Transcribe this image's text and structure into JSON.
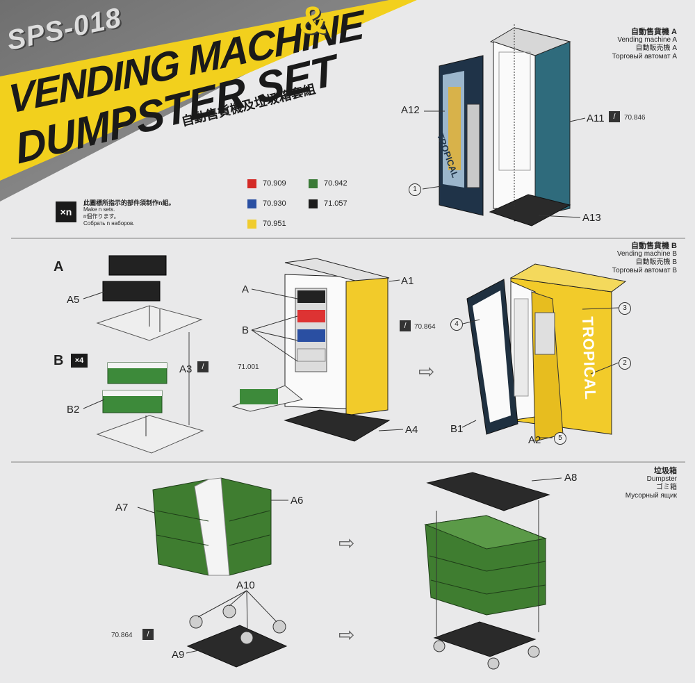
{
  "title": {
    "code": "SPS-018",
    "line1": "VENDING MACHINE",
    "amp": "&",
    "line2": "DUMPSTER SET",
    "chinese": "自動售貨機及垃圾箱套組"
  },
  "legend": {
    "multiplier_badge": "×n",
    "note_cn": "此圖標所指示的部件須制作n組。",
    "note_en": "Make n sets.",
    "note_jp": "n個作ります。",
    "note_ru": "Собрать n наборов.",
    "colors": [
      {
        "code": "70.909",
        "color": "#d42a26"
      },
      {
        "code": "70.942",
        "color": "#3a7a36"
      },
      {
        "code": "70.930",
        "color": "#2a4fa2"
      },
      {
        "code": "71.057",
        "color": "#1c1c1c"
      },
      {
        "code": "70.951",
        "color": "#f0cc2e"
      }
    ]
  },
  "section_a": {
    "header_cn": "自動售貨機 A",
    "header_en": "Vending machine A",
    "header_jp": "自動販売機 A",
    "header_ru": "Торговый автомат A",
    "labels": {
      "a12": "A12",
      "a11": "A11",
      "a13": "A13",
      "paint": "70.846",
      "decal1": "1"
    },
    "brand": "TROPICAL"
  },
  "section_b": {
    "header_cn": "自動售貨機 B",
    "header_en": "Vending machine B",
    "header_jp": "自動販売機 B",
    "header_ru": "Торговый автомат B",
    "labels": {
      "step_a": "A",
      "step_b": "B",
      "x4": "×4",
      "a5": "A5",
      "b2": "B2",
      "a3": "A3",
      "a": "A",
      "b": "B",
      "a1": "A1",
      "a4": "A4",
      "paint1": "70.864",
      "paint2": "71.001",
      "d4": "4",
      "d3": "3",
      "d2": "2",
      "d5": "5",
      "b1": "B1",
      "a2": "A2"
    },
    "brand": "TROPICAL"
  },
  "section_c": {
    "header_cn": "垃圾箱",
    "header_en": "Dumpster",
    "header_jp": "ゴミ箱",
    "header_ru": "Мусорный ящик",
    "labels": {
      "a7": "A7",
      "a6": "A6",
      "a10": "A10",
      "a9": "A9",
      "a8": "A8",
      "paint": "70.864"
    }
  },
  "arrows": {
    "arrow": "⇨"
  }
}
